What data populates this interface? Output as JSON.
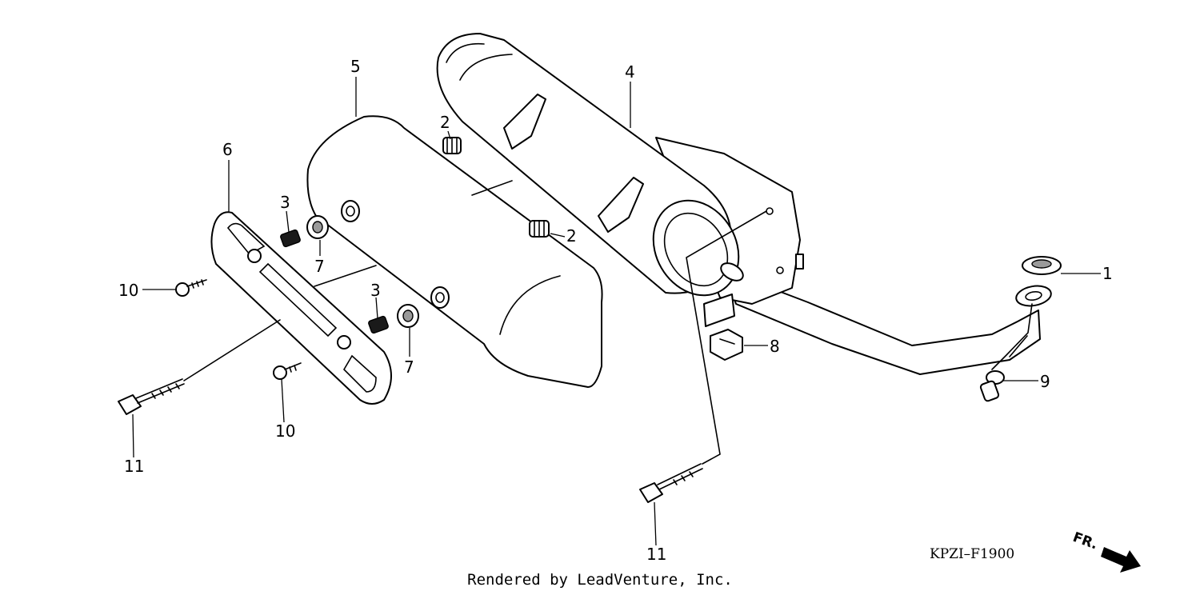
{
  "diagram": {
    "code": "KPZI–F1900",
    "direction_label": "FR.",
    "credit": "Rendered by LeadVenture, Inc.",
    "callouts": {
      "c1": "1",
      "c2a": "2",
      "c2b": "2",
      "c3a": "3",
      "c3b": "3",
      "c4": "4",
      "c5": "5",
      "c6": "6",
      "c7a": "7",
      "c7b": "7",
      "c8": "8",
      "c9": "9",
      "c10a": "10",
      "c10b": "10",
      "c11a": "11",
      "c11b": "11"
    }
  }
}
